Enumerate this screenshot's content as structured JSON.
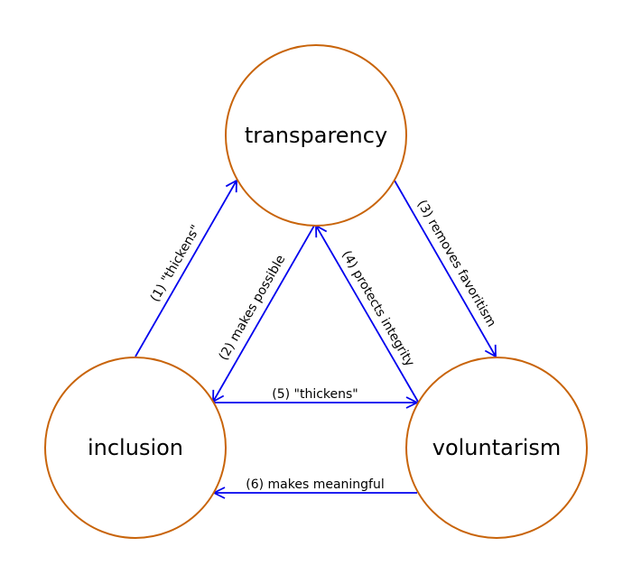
{
  "colors": {
    "node_stroke": "#c8640a",
    "edge": "#0000ee",
    "background": "#ffffff"
  },
  "nodes": {
    "transparency": {
      "label": "transparency"
    },
    "inclusion": {
      "label": "inclusion"
    },
    "voluntarism": {
      "label": "voluntarism"
    }
  },
  "edges": [
    {
      "id": "1",
      "from": "inclusion",
      "to": "transparency",
      "label": "(1) \"thickens\""
    },
    {
      "id": "2",
      "from": "transparency",
      "to": "inclusion",
      "label": "(2) makes possible"
    },
    {
      "id": "3",
      "from": "transparency",
      "to": "voluntarism",
      "label": "(3) removes favoritism"
    },
    {
      "id": "4",
      "from": "voluntarism",
      "to": "transparency",
      "label": "(4) protects integrity"
    },
    {
      "id": "5",
      "from": "inclusion",
      "to": "voluntarism",
      "label": "(5) \"thickens\""
    },
    {
      "id": "6",
      "from": "voluntarism",
      "to": "inclusion",
      "label": "(6) makes meaningful"
    }
  ]
}
